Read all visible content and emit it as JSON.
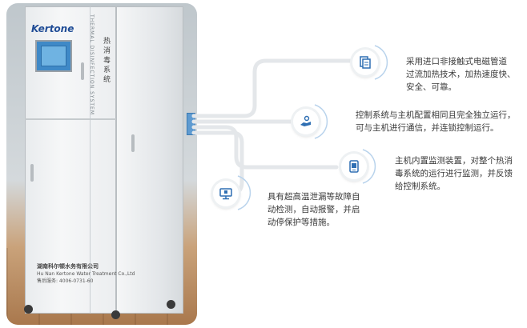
{
  "product": {
    "brand": "Kertone",
    "cn_name": "热消毒系统",
    "en_name": "THERMAL DISINFECTION SYSTEM",
    "label": {
      "company": "湖南科尔顿水务有限公司",
      "company_en": "Hu Nan  Kertone Water Treatment Co.,Ltd",
      "hotline": "售后服务: 4006-0731-60"
    }
  },
  "features": [
    {
      "icon": "document-icon",
      "lines": [
        "采用进口非接触式电磁管道",
        "过流加热技术，加热速度快、",
        "安全、可靠。"
      ]
    },
    {
      "icon": "control-hand-icon",
      "lines": [
        "控制系统与主机配置相同且完全独立运行，",
        "可与主机进行通信，并连锁控制运行。"
      ]
    },
    {
      "icon": "monitor-device-icon",
      "lines": [
        "主机内置监测装置，对整个热消",
        "毒系统的运行进行监测，并反馈",
        "给控制系统。"
      ]
    },
    {
      "icon": "alarm-screen-icon",
      "lines": [
        "具有超高温泄漏等故障自",
        "动检测，自动报警，并启",
        "动停保护等措施。"
      ]
    }
  ],
  "colors": {
    "accent": "#2f6fb3",
    "line": "#e4e7ea",
    "arc": "#b9d3ec"
  }
}
